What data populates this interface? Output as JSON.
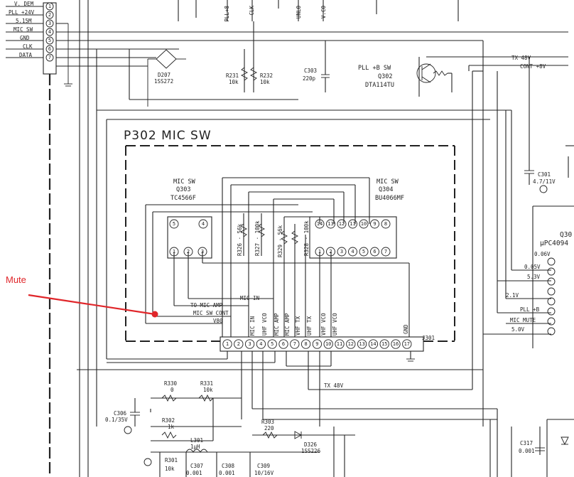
{
  "annotation": {
    "text": "Mute",
    "color": "#e0262a"
  },
  "board": {
    "title": "P302  MIC SW"
  },
  "connector_left": {
    "signals": [
      "V. DEM",
      "PLL +24V",
      "5.15M",
      "MIC SW",
      "GND",
      "CLK",
      "DATA"
    ],
    "pins": [
      "1",
      "2",
      "3",
      "4",
      "5",
      "6",
      "7"
    ]
  },
  "diode": {
    "ref": "D207",
    "part": "1SS272"
  },
  "resistors_top": [
    {
      "ref": "R231",
      "value": "10k"
    },
    {
      "ref": "R232",
      "value": "10k"
    }
  ],
  "cap_c303": {
    "ref": "C303",
    "value": "220p"
  },
  "transistor_q302": {
    "name": "PLL +B SW",
    "ref": "Q302",
    "part": "DTA114TU"
  },
  "labels_right": {
    "tx48v": "TX 48V",
    "cont48v": "CONT +8V",
    "v53": "5.3V",
    "v005": "0.05V",
    "v006": "0.06V",
    "v21": "2.1V",
    "pll_b": "PLL +B",
    "mic_mute": "MIC MUTE",
    "v50": "5.0V",
    "tx48v_bottom": "TX 48V"
  },
  "cap_c301": {
    "ref": "C301",
    "value": "4.7/11V"
  },
  "ic_q303": {
    "title": "MIC SW",
    "ref": "Q303",
    "part": "TC4566F",
    "pins_top": [
      "5",
      "4"
    ],
    "pins_bottom": [
      "1",
      "2",
      "3"
    ]
  },
  "ic_q304": {
    "title": "MIC SW",
    "ref": "Q304",
    "part": "BU4066MF",
    "pins_top": [
      "14",
      "13",
      "12",
      "11",
      "10",
      "9",
      "8"
    ],
    "pins_bottom": [
      "1",
      "2",
      "3",
      "4",
      "5",
      "6",
      "7"
    ]
  },
  "ic_right": {
    "ref": "Q30",
    "part": "µPC4094"
  },
  "resistors_mid": [
    {
      "label": "R326 · 56k"
    },
    {
      "label": "R327 · 100k"
    },
    {
      "label": "R329 · 56k"
    },
    {
      "label": "R328 · 100k"
    }
  ],
  "net_labels": {
    "to_mic_amp": "TO MIC AMP",
    "mic_in": "MIC IN",
    "mic_sw_cont": "MIC SW CONT",
    "v80": "V80"
  },
  "vertical_labels": [
    "MIC IN",
    "UHF VCO",
    "MIC AMP",
    "MIC AMP",
    "VHF TX",
    "UHF TX",
    "VHF VCO",
    "UHF VCO",
    "GND"
  ],
  "connector_j301": {
    "ref": "J301",
    "pins": [
      "1",
      "2",
      "3",
      "4",
      "5",
      "6",
      "7",
      "8",
      "9",
      "10",
      "11",
      "12",
      "13",
      "14",
      "15",
      "16",
      "17"
    ]
  },
  "bottom_parts": [
    {
      "ref": "R330",
      "value": "0"
    },
    {
      "ref": "R331",
      "value": "10k"
    },
    {
      "ref": "C306",
      "value": "0.1/35V"
    },
    {
      "ref": "R302",
      "value": "1k"
    },
    {
      "ref": "L301",
      "value": "1µH"
    },
    {
      "ref": "R303",
      "value": "220"
    },
    {
      "ref": "D326",
      "value": "1SS226"
    },
    {
      "ref": "R301",
      "value": "10k"
    },
    {
      "ref": "C307",
      "value": "0.001"
    },
    {
      "ref": "C308",
      "value": "0.001"
    },
    {
      "ref": "C309",
      "value": "10/16V"
    },
    {
      "ref": "C317",
      "value": "0.001"
    }
  ],
  "top_labels": [
    "PLL+8",
    "CLK",
    "UNLO",
    "V.CO"
  ]
}
